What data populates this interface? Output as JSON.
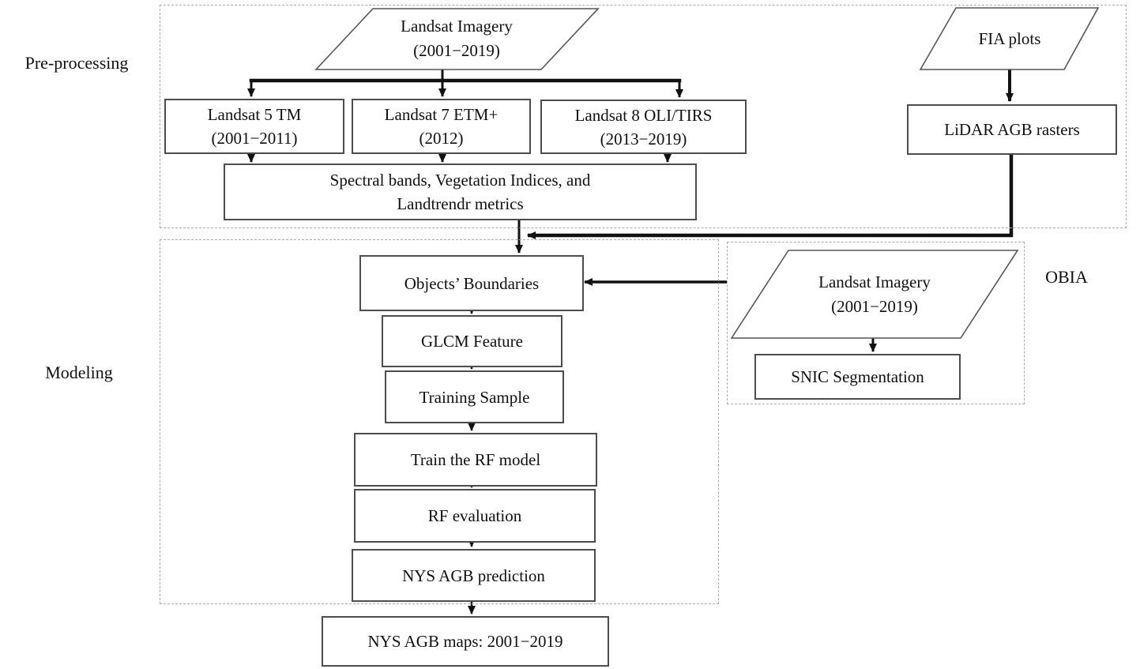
{
  "sections": {
    "preprocessing": {
      "label": "Pre-processing"
    },
    "modeling": {
      "label": "Modeling"
    },
    "obia": {
      "label": "OBIA"
    }
  },
  "nodes": {
    "landsat_imagery": {
      "shape": "parallelogram",
      "line1": "Landsat Imagery",
      "line2": "(2001−2019)"
    },
    "landsat5_tm": {
      "shape": "rect",
      "line1": "Landsat 5 TM",
      "line2": "(2001−2011)"
    },
    "landsat7_etm": {
      "shape": "rect",
      "line1": "Landsat 7 ETM+",
      "line2": "(2012)"
    },
    "landsat8_oli": {
      "shape": "rect",
      "line1": "Landsat 8 OLI/TIRS",
      "line2": "(2013−2019)"
    },
    "spectral_bands": {
      "shape": "rect",
      "line1": "Spectral bands, Vegetation Indices, and",
      "line2": "Landtrendr metrics"
    },
    "fia_plots": {
      "shape": "parallelogram",
      "label": "FIA plots"
    },
    "lidar_agb_rasters": {
      "shape": "rect",
      "label": "LiDAR AGB rasters"
    },
    "objects_boundaries": {
      "shape": "rect",
      "label": "Objects’ Boundaries"
    },
    "glcm_feature": {
      "shape": "rect",
      "label": "GLCM Feature"
    },
    "training_sample": {
      "shape": "rect",
      "label": "Training Sample"
    },
    "train_rf_model": {
      "shape": "rect",
      "label": "Train the RF model"
    },
    "rf_evaluation": {
      "shape": "rect",
      "label": "RF evaluation"
    },
    "nys_agb_prediction": {
      "shape": "rect",
      "label": "NYS AGB prediction"
    },
    "landsat_imagery_obia": {
      "shape": "parallelogram",
      "line1": "Landsat Imagery",
      "line2": "(2001−2019)"
    },
    "snic_segmentation": {
      "shape": "rect",
      "label": "SNIC Segmentation"
    },
    "nys_agb_maps": {
      "shape": "rect",
      "label": "NYS AGB maps: 2001−2019"
    }
  },
  "edges": [
    {
      "from": "landsat_imagery",
      "to": "landsat5_tm"
    },
    {
      "from": "landsat_imagery",
      "to": "landsat7_etm"
    },
    {
      "from": "landsat_imagery",
      "to": "landsat8_oli"
    },
    {
      "from": "landsat5_tm",
      "to": "spectral_bands"
    },
    {
      "from": "landsat7_etm",
      "to": "spectral_bands"
    },
    {
      "from": "landsat8_oli",
      "to": "spectral_bands"
    },
    {
      "from": "fia_plots",
      "to": "lidar_agb_rasters"
    },
    {
      "from": "spectral_bands",
      "to": "objects_boundaries"
    },
    {
      "from": "lidar_agb_rasters",
      "to": "objects_boundaries"
    },
    {
      "from": "obia_group",
      "to": "objects_boundaries"
    },
    {
      "from": "landsat_imagery_obia",
      "to": "snic_segmentation"
    },
    {
      "from": "objects_boundaries",
      "to": "glcm_feature"
    },
    {
      "from": "glcm_feature",
      "to": "training_sample"
    },
    {
      "from": "training_sample",
      "to": "train_rf_model"
    },
    {
      "from": "train_rf_model",
      "to": "rf_evaluation"
    },
    {
      "from": "rf_evaluation",
      "to": "nys_agb_prediction"
    },
    {
      "from": "nys_agb_prediction",
      "to": "nys_agb_maps"
    }
  ],
  "colors": {
    "line": "#111111",
    "box_border": "#4d4d4d",
    "dashed_border": "#ababab",
    "background": "#ffffff",
    "text": "#111111"
  }
}
